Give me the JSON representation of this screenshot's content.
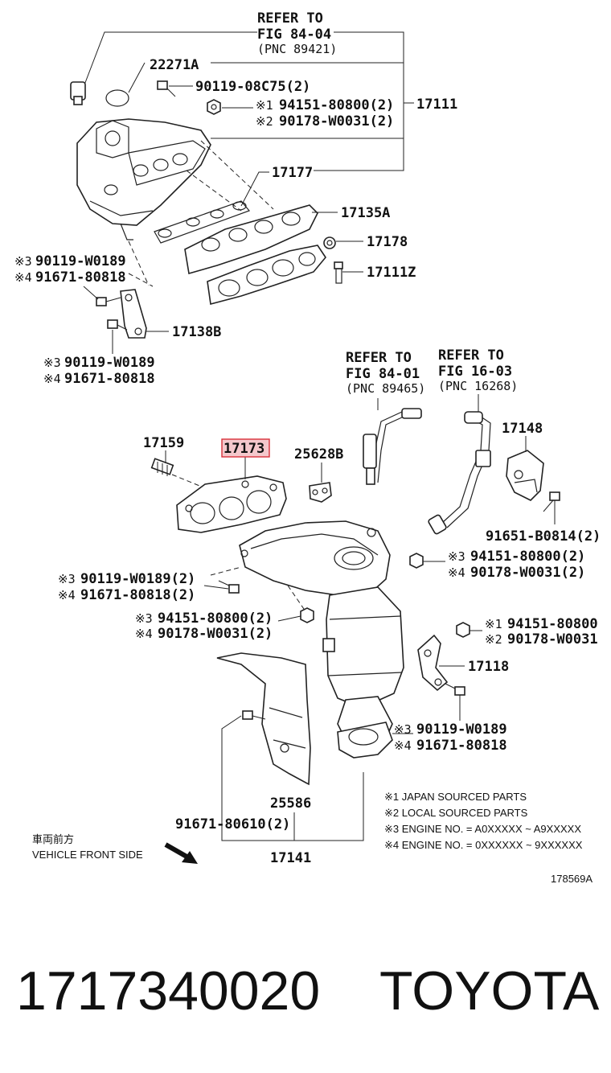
{
  "refs": {
    "top": [
      "REFER TO",
      "FIG 84-04",
      "(PNC 89421)"
    ],
    "middle": [
      "REFER TO",
      "FIG 84-01",
      "(PNC 89465)"
    ],
    "right": [
      "REFER TO",
      "FIG 16-03",
      "(PNC 16268)"
    ]
  },
  "labels": {
    "p22271A": "22271A",
    "p90119_08C75": "90119-08C75(2)",
    "n1_94151": "94151-80800(2)",
    "n2_90178": "90178-W0031(2)",
    "p17111": "17111",
    "p17177": "17177",
    "p17135A": "17135A",
    "p17178": "17178",
    "p17111Z": "17111Z",
    "n3_90119_a": "90119-W0189",
    "n4_91671_a": "91671-80818",
    "p17138B": "17138B",
    "n3_90119_b": "90119-W0189",
    "n4_91671_b": "91671-80818",
    "p17159": "17159",
    "p17173": "17173",
    "p25628B": "25628B",
    "p17148": "17148",
    "p91651": "91651-B0814(2)",
    "n3_94151_r": "94151-80800(2)",
    "n4_90178_r": "90178-W0031(2)",
    "n3_90119_c": "90119-W0189(2)",
    "n4_91671_c": "91671-80818(2)",
    "n3_94151_m": "94151-80800(2)",
    "n4_90178_m": "90178-W0031(2)",
    "n1_94151_r2": "94151-80800",
    "n2_90178_r2": "90178-W0031",
    "p17118": "17118",
    "n3_90119_d": "90119-W0189",
    "n4_91671_d": "91671-80818",
    "p25586": "25586",
    "p91671_80610": "91671-80610(2)",
    "p17141": "17141"
  },
  "marks": {
    "m1": "※1",
    "m2": "※2",
    "m3": "※3",
    "m4": "※4"
  },
  "legend": [
    "※1 JAPAN SOURCED PARTS",
    "※2 LOCAL SOURCED PARTS",
    "※3 ENGINE NO. = A0XXXXX ~ A9XXXXX",
    "※4 ENGINE NO. = 0XXXXXX ~ 9XXXXXX"
  ],
  "front": {
    "jp": "車両前方",
    "en": "VEHICLE FRONT SIDE"
  },
  "figure_code": "178569A",
  "footer": {
    "part_number": "1717340020",
    "brand": "TOYOTA"
  }
}
